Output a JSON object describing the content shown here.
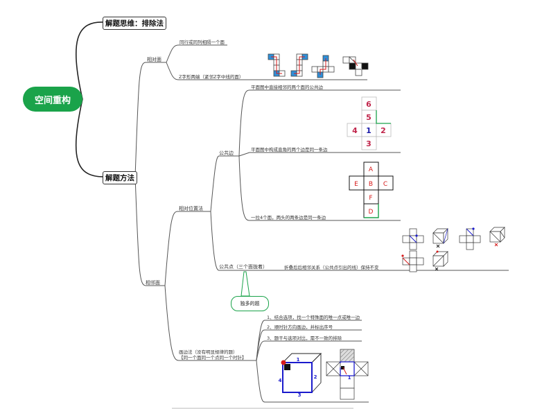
{
  "root": {
    "label": "空间重构"
  },
  "branches": {
    "thinking": "解题思维：排除法",
    "method": "解题方法"
  },
  "nodes": {
    "opposite": "相对面",
    "adjacent": "相邻面",
    "opposite_rule1": "同行或同列相隔一个面",
    "opposite_rule2": "Z字形两端（紧邻Z字中线的面）",
    "relative_position": "相对位置法",
    "common_edge": "公共边",
    "common_edge_rule1": "平面图中直接相邻的两个面的公共边",
    "common_edge_rule2": "平面图中构成直角的两个边是同一条边",
    "common_edge_rule3": "一拉4个面，两头的两条边是同一条边",
    "common_point": "公共点（三个面拢着）",
    "common_point_rule": "折叠后后相邻关系（公共点引出的线）保持不变",
    "callout": "独多的题",
    "draw_edge_1": "画边法（没有明显规律的题）",
    "draw_edge_2": "【同一个面同一个点同一个时针】",
    "step1": "1、结合选项，找一个特殊面的唯一点或唯一边",
    "step2": "2、顺时针方向画边，并标出序号",
    "step3": "3、题干与选项对比，需不一致的排除"
  },
  "figures": {
    "net1_numbers": [
      "6",
      "5",
      "4",
      "1",
      "2",
      "3"
    ],
    "net2_letters": [
      "A",
      "E",
      "B",
      "C",
      "F",
      "D"
    ],
    "cube_edge_numbers": [
      "1",
      "2",
      "3",
      "4"
    ],
    "fold_number": "1"
  },
  "colors": {
    "accent_green": "#1aa34a",
    "number_red": "#c0244a",
    "number_blue": "#1a1aa8",
    "edge_blue": "#1a1acc",
    "mark_red": "#d61a1a",
    "square_blue": "#2f8fd8"
  }
}
